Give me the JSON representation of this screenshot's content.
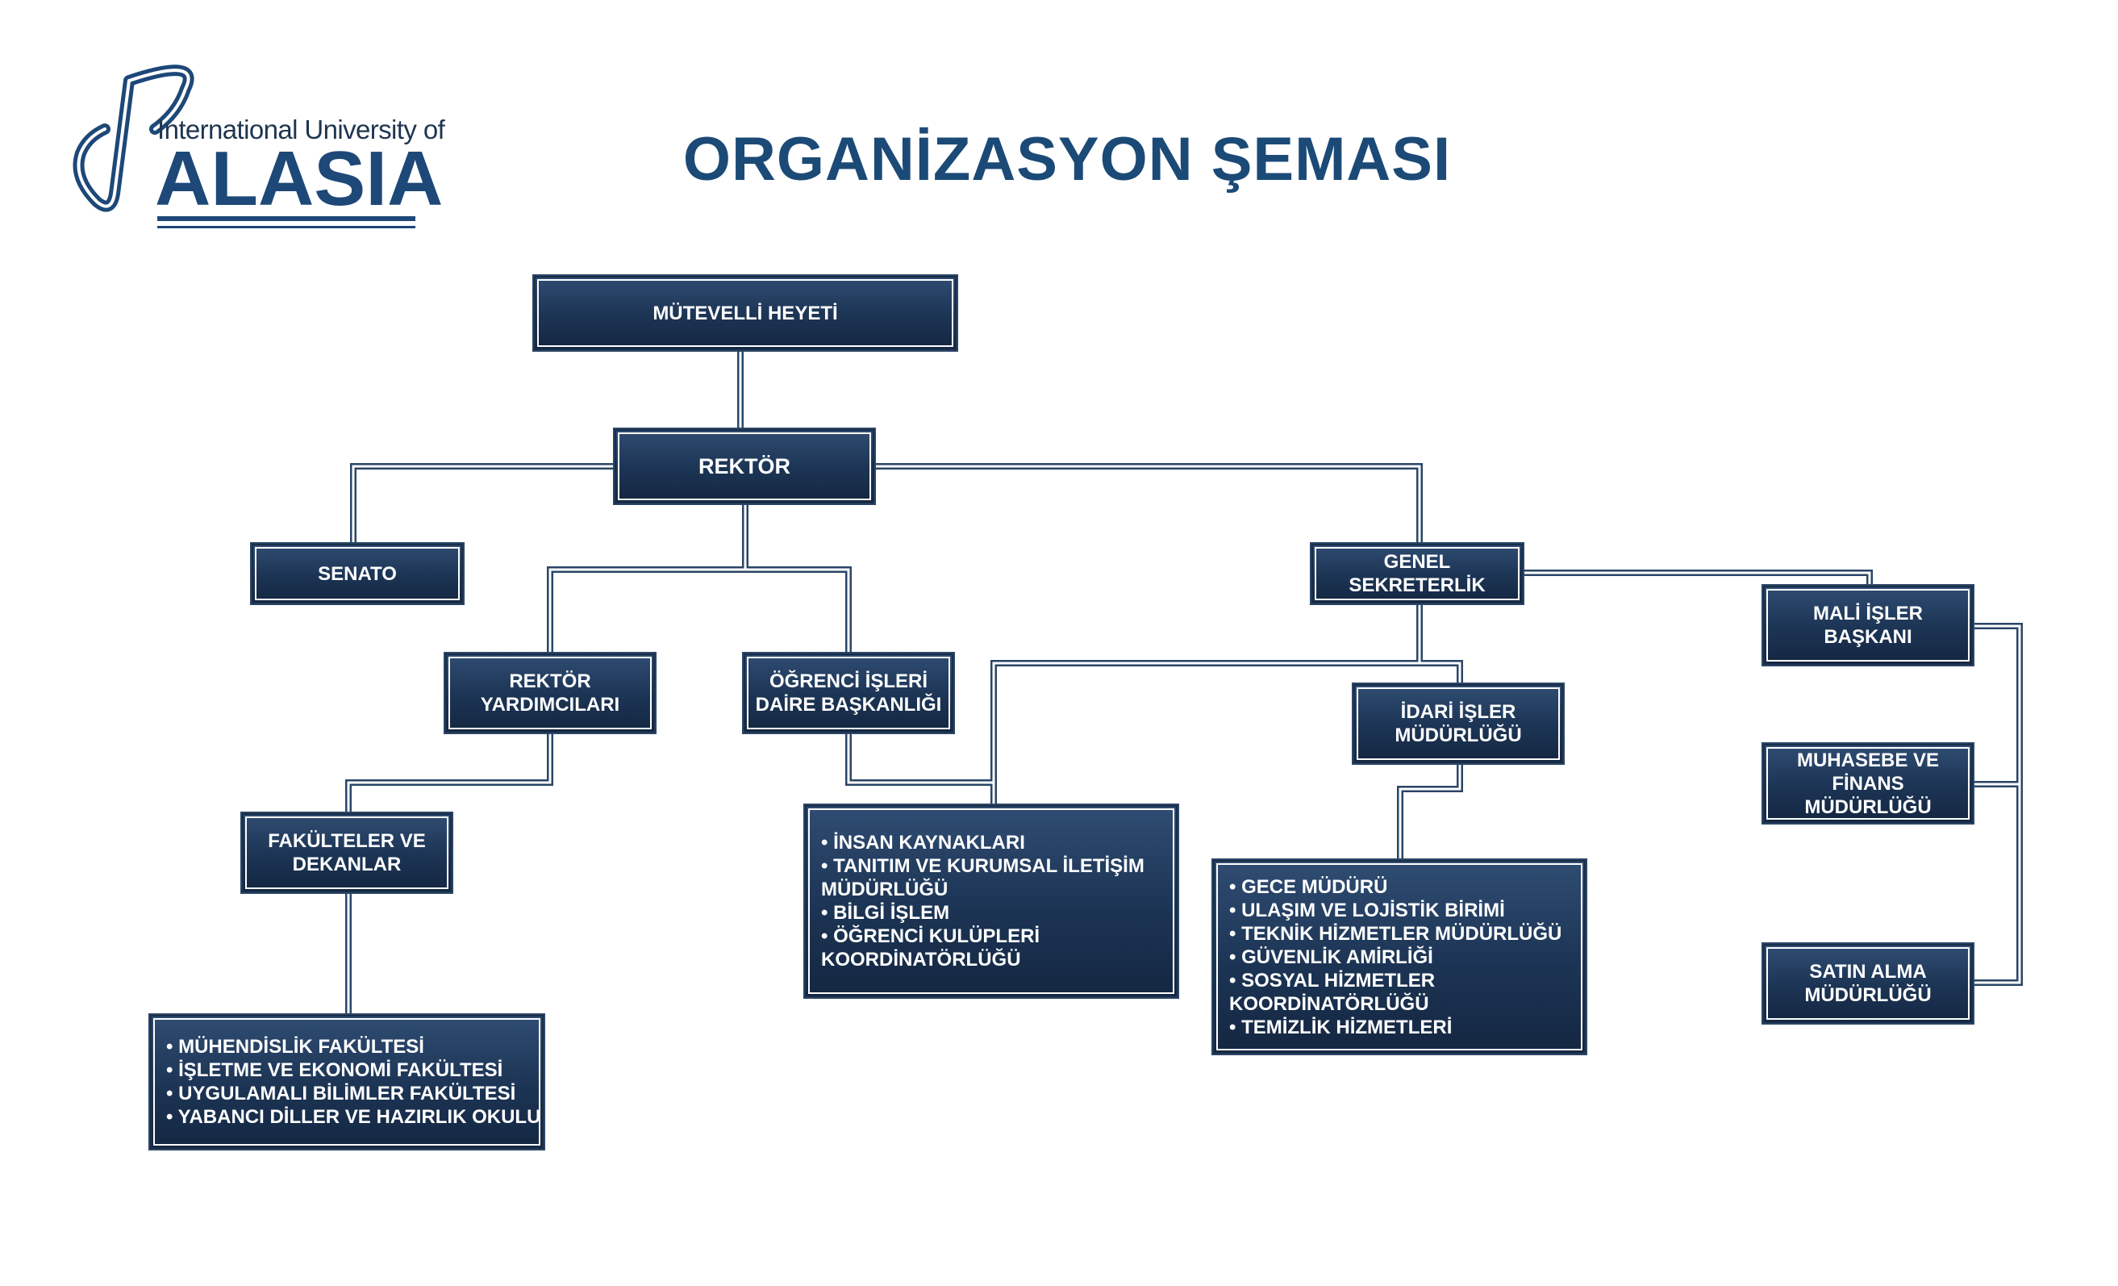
{
  "logo": {
    "top": "International University of",
    "main": "ALASIA"
  },
  "title": "ORGANİZASYON ŞEMASI",
  "colors": {
    "box_fill": "#1c3454",
    "line": "#2a4566",
    "title": "#1b4a77"
  },
  "boxes": {
    "mutevelli": "MÜTEVELLİ HEYETİ",
    "rektor": "REKTÖR",
    "senato": "SENATO",
    "genel_sekreterlik": "GENEL SEKRETERLİK",
    "rektor_yardimcilari": "REKTÖR\nYARDIMCILARI",
    "ogrenci_isleri": "ÖĞRENCİ İŞLERİ\nDAİRE BAŞKANLIĞI",
    "idari_isler": "İDARİ İŞLER\nMÜDÜRLÜĞÜ",
    "mali_isler": "MALİ İŞLER\nBAŞKANI",
    "muhasebe": "MUHASEBE VE FİNANS\nMÜDÜRLÜĞÜ",
    "satin_alma": "SATIN ALMA\nMÜDÜRLÜĞÜ",
    "fakulteler": "FAKÜLTELER VE\nDEKANLAR"
  },
  "lists": {
    "faculties": [
      "• MÜHENDİSLİK FAKÜLTESİ",
      "• İŞLETME VE EKONOMİ FAKÜLTESİ",
      "• UYGULAMALI BİLİMLER FAKÜLTESİ",
      "• YABANCI DİLLER VE HAZIRLIK OKULU"
    ],
    "units": [
      "• İNSAN KAYNAKLARI",
      "• TANITIM VE KURUMSAL İLETİŞİM\nMÜDÜRLÜĞÜ",
      "• BİLGİ İŞLEM",
      "• ÖĞRENCİ KULÜPLERİ\nKOORDİNATÖRLÜĞÜ"
    ],
    "services": [
      "• GECE MÜDÜRÜ",
      "• ULAŞIM VE LOJİSTİK BİRİMİ",
      "• TEKNİK HİZMETLER MÜDÜRLÜĞÜ",
      "• GÜVENLİK AMİRLİĞİ",
      "• SOSYAL HİZMETLER\nKOORDİNATÖRLÜĞÜ",
      "• TEMİZLİK HİZMETLERİ"
    ]
  }
}
